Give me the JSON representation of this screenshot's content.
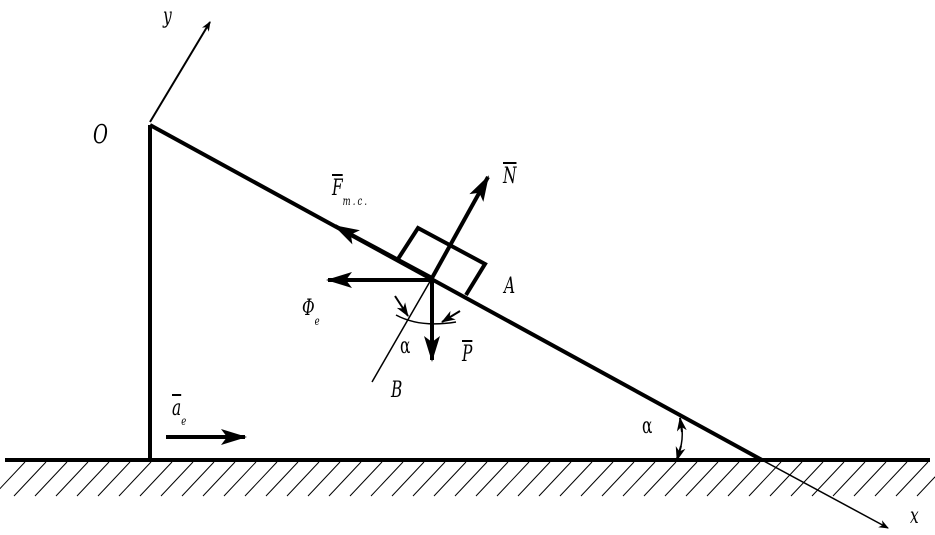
{
  "labels": {
    "y_axis": "y",
    "x_axis": "x",
    "origin": "O",
    "friction_force": "F",
    "friction_sub": "т.с.",
    "normal_force": "N",
    "point_a": "A",
    "inertia_force": "Φ",
    "inertia_sub": "e",
    "angle_at_block": "α",
    "weight": "P",
    "point_b": "B",
    "accel": "a",
    "accel_sub": "e",
    "incline_angle": "α"
  },
  "colors": {
    "ink": "#000000",
    "background": "#ffffff"
  }
}
